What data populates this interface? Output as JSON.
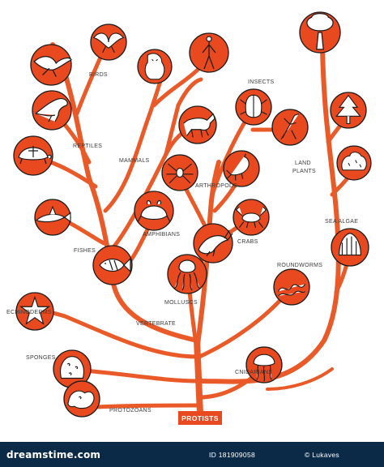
{
  "colors": {
    "branch": "#ea5a28",
    "node_fill": "#e8491e",
    "root_fill": "#e8491e",
    "footer_bg": "#0b2a47"
  },
  "root": {
    "label": "PROTISTS"
  },
  "labels": {
    "birds": "BIRDS",
    "reptiles": "REPTILES",
    "mammals": "MAMMALS",
    "insects": "INSECTS",
    "land_plants_1": "LAND",
    "land_plants_2": "PLANTS",
    "arthropods": "ARTHROPODS",
    "amphibians": "AMPHIBIANS",
    "crabs": "CRABS",
    "sea_algae": "SEA ALGAE",
    "fishes": "FISHES",
    "roundworms": "ROUNDWORMS",
    "molluscs": "MOLLUSCS",
    "vertebrate": "VERTEBRATE",
    "echinoderms": "ECHINODERMS",
    "sponges": "SPONGES",
    "cnidarians": "CNIDARIANS",
    "protozoans": "PROTOZOANS"
  },
  "nodes": [
    {
      "name": "bird-seagull-icon",
      "icon": "seagull"
    },
    {
      "name": "bird-eagle-icon",
      "icon": "eagle"
    },
    {
      "name": "ape-icon",
      "icon": "ape"
    },
    {
      "name": "human-icon",
      "icon": "human"
    },
    {
      "name": "dinosaur-icon",
      "icon": "dinosaur"
    },
    {
      "name": "turtle-icon",
      "icon": "turtle"
    },
    {
      "name": "swordfish-icon",
      "icon": "swordfish"
    },
    {
      "name": "horse-icon",
      "icon": "horse"
    },
    {
      "name": "beetle-icon",
      "icon": "beetle"
    },
    {
      "name": "mantis-icon",
      "icon": "mantis"
    },
    {
      "name": "tree-icon",
      "icon": "tree"
    },
    {
      "name": "pine-tree-icon",
      "icon": "pine-tree"
    },
    {
      "name": "bush-icon",
      "icon": "bush"
    },
    {
      "name": "spider-icon",
      "icon": "spider"
    },
    {
      "name": "scorpion-icon",
      "icon": "scorpion"
    },
    {
      "name": "frog-icon",
      "icon": "frog"
    },
    {
      "name": "crab-icon",
      "icon": "crab"
    },
    {
      "name": "shrimp-icon",
      "icon": "shrimp"
    },
    {
      "name": "seaweed-icon",
      "icon": "seaweed"
    },
    {
      "name": "fish-icon",
      "icon": "fish"
    },
    {
      "name": "octopus-icon",
      "icon": "octopus"
    },
    {
      "name": "worm-icon",
      "icon": "worm"
    },
    {
      "name": "starfish-icon",
      "icon": "starfish"
    },
    {
      "name": "sponge-icon",
      "icon": "sponge"
    },
    {
      "name": "jellyfish-icon",
      "icon": "jellyfish"
    },
    {
      "name": "amoeba-icon",
      "icon": "amoeba"
    }
  ],
  "footer": {
    "brand": "dreamstime.com",
    "id": "ID 181909058",
    "author": "© Lukaves"
  }
}
